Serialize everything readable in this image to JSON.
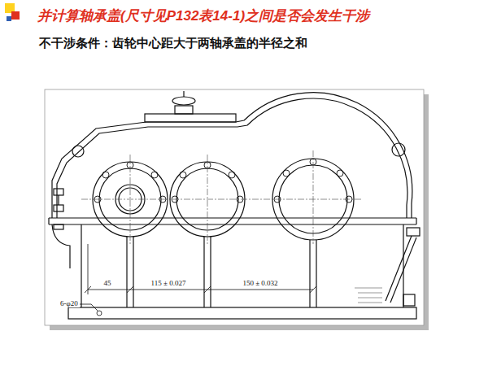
{
  "diagram": {
    "title": "并计算轴承盖(尺寸见P132表14-1)之间是否会发生干涉",
    "labels": [
      "不干涉条件：齿轮中心距大于两轴承盖的半径之和",
      "45",
      "115 ± 0.027",
      "150 ± 0.032",
      "6-φ20"
    ]
  }
}
